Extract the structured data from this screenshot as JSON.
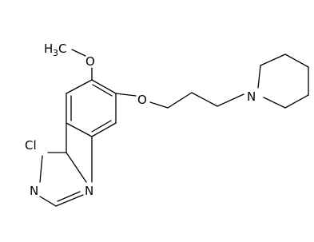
{
  "molecule": {
    "atoms": {
      "methyl_h": "H",
      "methyl_sub": "3",
      "methyl_c": "C",
      "methoxy_o": "O",
      "ether_o": "O",
      "piperidine_n": "N",
      "chloro": "Cl",
      "ring_n1": "N",
      "ring_n3": "N"
    }
  }
}
